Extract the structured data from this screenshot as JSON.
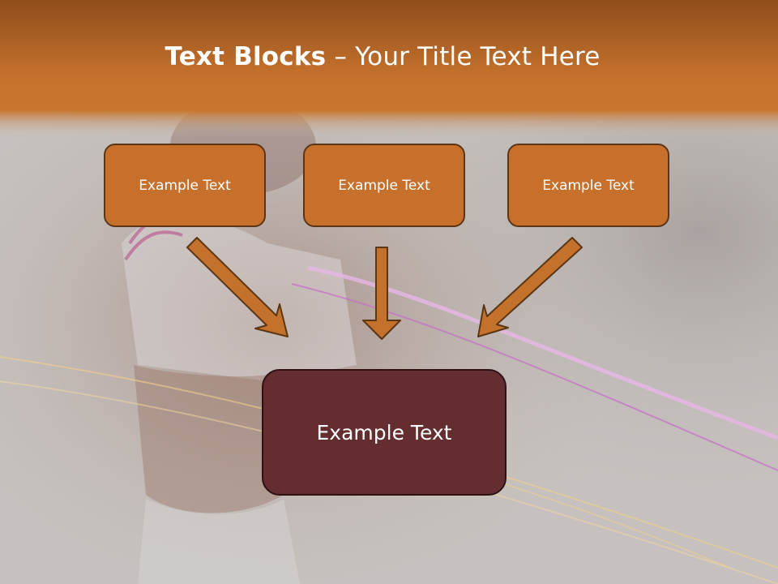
{
  "slide": {
    "title_bold": "Text Blocks",
    "title_rest": " – Your Title Text Here",
    "boxes": [
      {
        "label": "Example Text"
      },
      {
        "label": "Example Text"
      },
      {
        "label": "Example Text"
      }
    ],
    "main_box": {
      "label": "Example Text"
    }
  },
  "colors": {
    "header": "#c4712c",
    "box_fill": "#c7702c",
    "main_box_fill": "#642d30",
    "arrow_fill": "#c4712c"
  }
}
